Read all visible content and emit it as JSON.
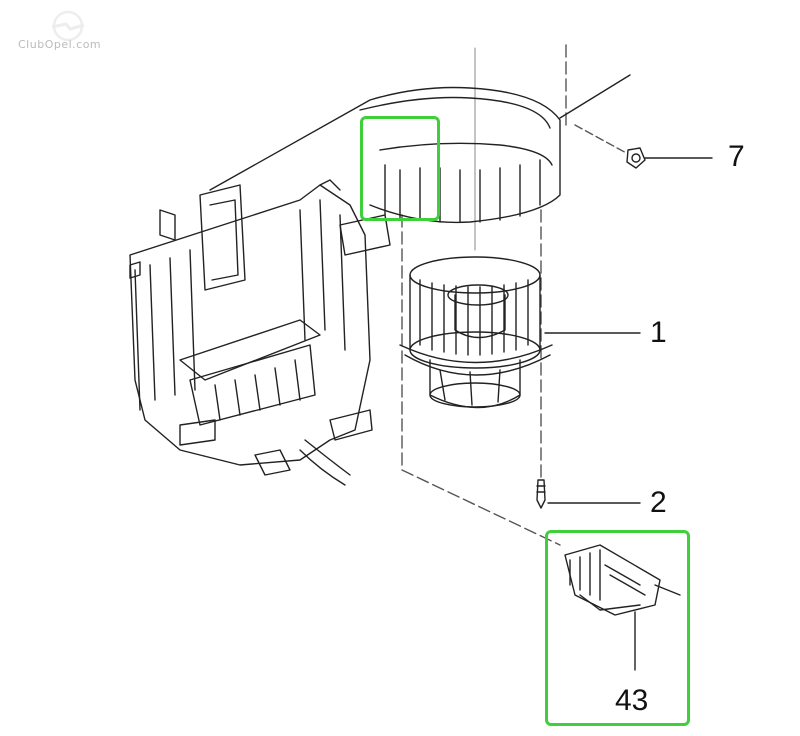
{
  "watermark": {
    "text": "ClubOpel.com"
  },
  "callouts": {
    "part7": "7",
    "part1": "1",
    "part2": "2",
    "part43": "43"
  },
  "colors": {
    "highlight": "#3fcf3a",
    "line": "#222222"
  },
  "icons": [
    "opel-logo-icon"
  ]
}
